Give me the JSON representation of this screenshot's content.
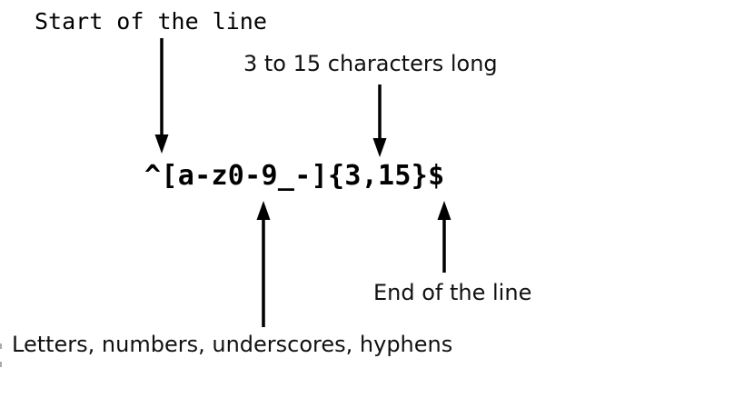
{
  "regex": {
    "pattern": "^[a-z0-9_-]{3,15}$"
  },
  "annotations": {
    "start_of_line": {
      "label": "Start of the line",
      "points_to": "^",
      "arrow_direction": "down"
    },
    "length": {
      "label": "3 to 15 characters long",
      "points_to": "{3,15}",
      "arrow_direction": "down"
    },
    "charset": {
      "label": "Letters, numbers, underscores, hyphens",
      "points_to": "[a-z0-9_-]",
      "arrow_direction": "up"
    },
    "end_of_line": {
      "label": "End of the line",
      "points_to": "$",
      "arrow_direction": "up"
    }
  },
  "colors": {
    "background": "#ffffff",
    "text": "#000000",
    "arrow": "#000000"
  }
}
